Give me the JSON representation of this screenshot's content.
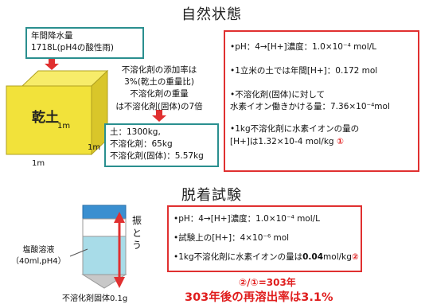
{
  "section1": {
    "title": "自然状態",
    "rain_box": {
      "line1": "年間降水量",
      "line2": "1718L(pH4の酸性雨)"
    },
    "cube": {
      "label": "乾土",
      "dim_right": "1m",
      "dim_bottom": "1m",
      "dim_front": "1m"
    },
    "agent_box": {
      "line1": "不溶化剤の添加率は",
      "line2": "3%(乾土の重量比)",
      "line3": "不溶化剤の重量",
      "line4": "は不溶化剤(固体)の7倍"
    },
    "mass_box": {
      "line1": "土：1300kg,",
      "line2": "不溶化剤：65kg",
      "line3": "不溶化剤(固体)：5.57kg"
    },
    "result_box": {
      "item1": "•pH：4→[H+]濃度：1.0×10⁻⁴ mol/L",
      "item2": "•1立米の土では年間[H+]：0.172 mol",
      "item3a": "•不溶化剤(固体)に対して",
      "item3b": "水素イオン働きかける量：7.36×10⁻⁴mol",
      "item4a": "•1kg不溶化剤に水素イオンの量の",
      "item4b": "[H+]は1.32×10-4 mol/kg",
      "marker": "①"
    }
  },
  "section2": {
    "title": "脱着試験",
    "tube_label": {
      "line1": "塩酸溶液",
      "line2": "（40ml,pH4）"
    },
    "tube_bottom": "不溶化剤固体0.1g",
    "shake": "振とう",
    "result_box": {
      "item1": "•pH：4→[H+]濃度：1.0×10⁻⁴ mol/L",
      "item2": "•試験上の[H+]：4×10⁻⁶ mol",
      "item3a": "•1kg不溶化剤に水素イオンの量は",
      "item3b": "0.04",
      "item3c": "mol/kg",
      "marker": "②"
    }
  },
  "conclusion": {
    "line1": "②/①=303年",
    "line2": "303年後の再溶出率は3.1%"
  },
  "colors": {
    "teal": "#2a8f8f",
    "red": "#e03030",
    "cube": "#f2e23a",
    "liquid": "#a8dce8"
  }
}
